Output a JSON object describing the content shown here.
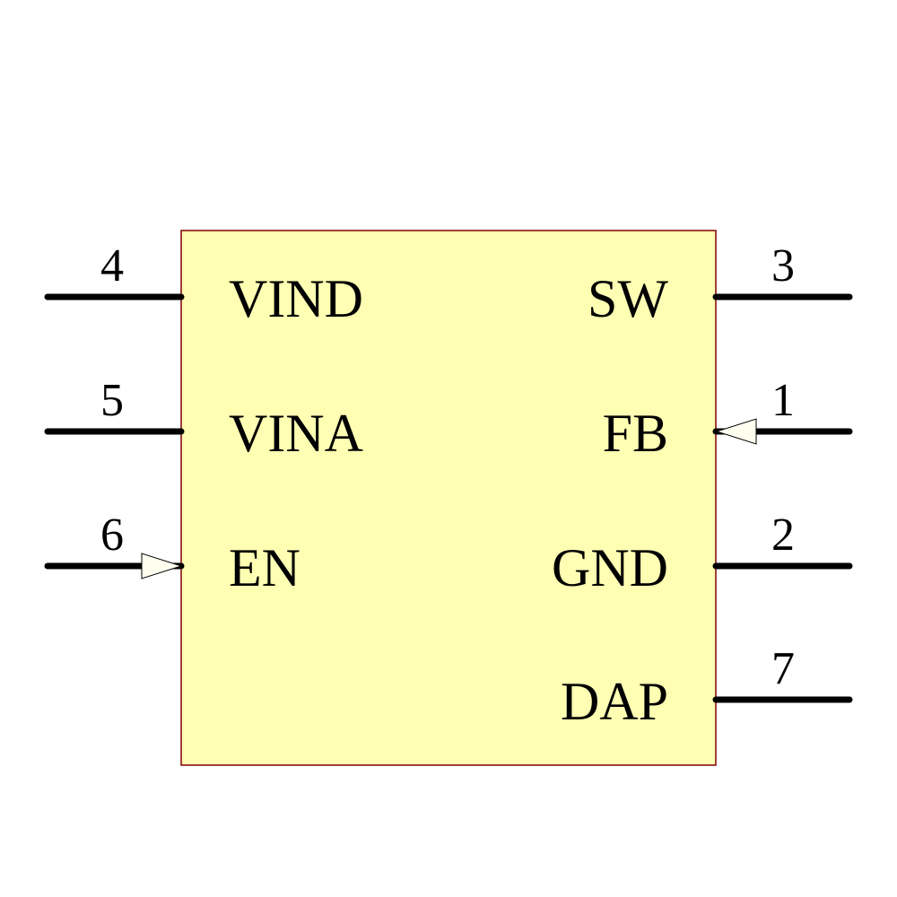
{
  "component": {
    "body_fill": "#ffffb4",
    "body_stroke": "#800000",
    "pin_color": "#000000",
    "arrow_fill": "#fffff0"
  },
  "pins": {
    "left": [
      {
        "number": "4",
        "name": "VIND",
        "type": "passive"
      },
      {
        "number": "5",
        "name": "VINA",
        "type": "passive"
      },
      {
        "number": "6",
        "name": "EN",
        "type": "input"
      }
    ],
    "right": [
      {
        "number": "3",
        "name": "SW",
        "type": "passive"
      },
      {
        "number": "1",
        "name": "FB",
        "type": "input"
      },
      {
        "number": "2",
        "name": "GND",
        "type": "passive"
      },
      {
        "number": "7",
        "name": "DAP",
        "type": "passive"
      }
    ]
  }
}
